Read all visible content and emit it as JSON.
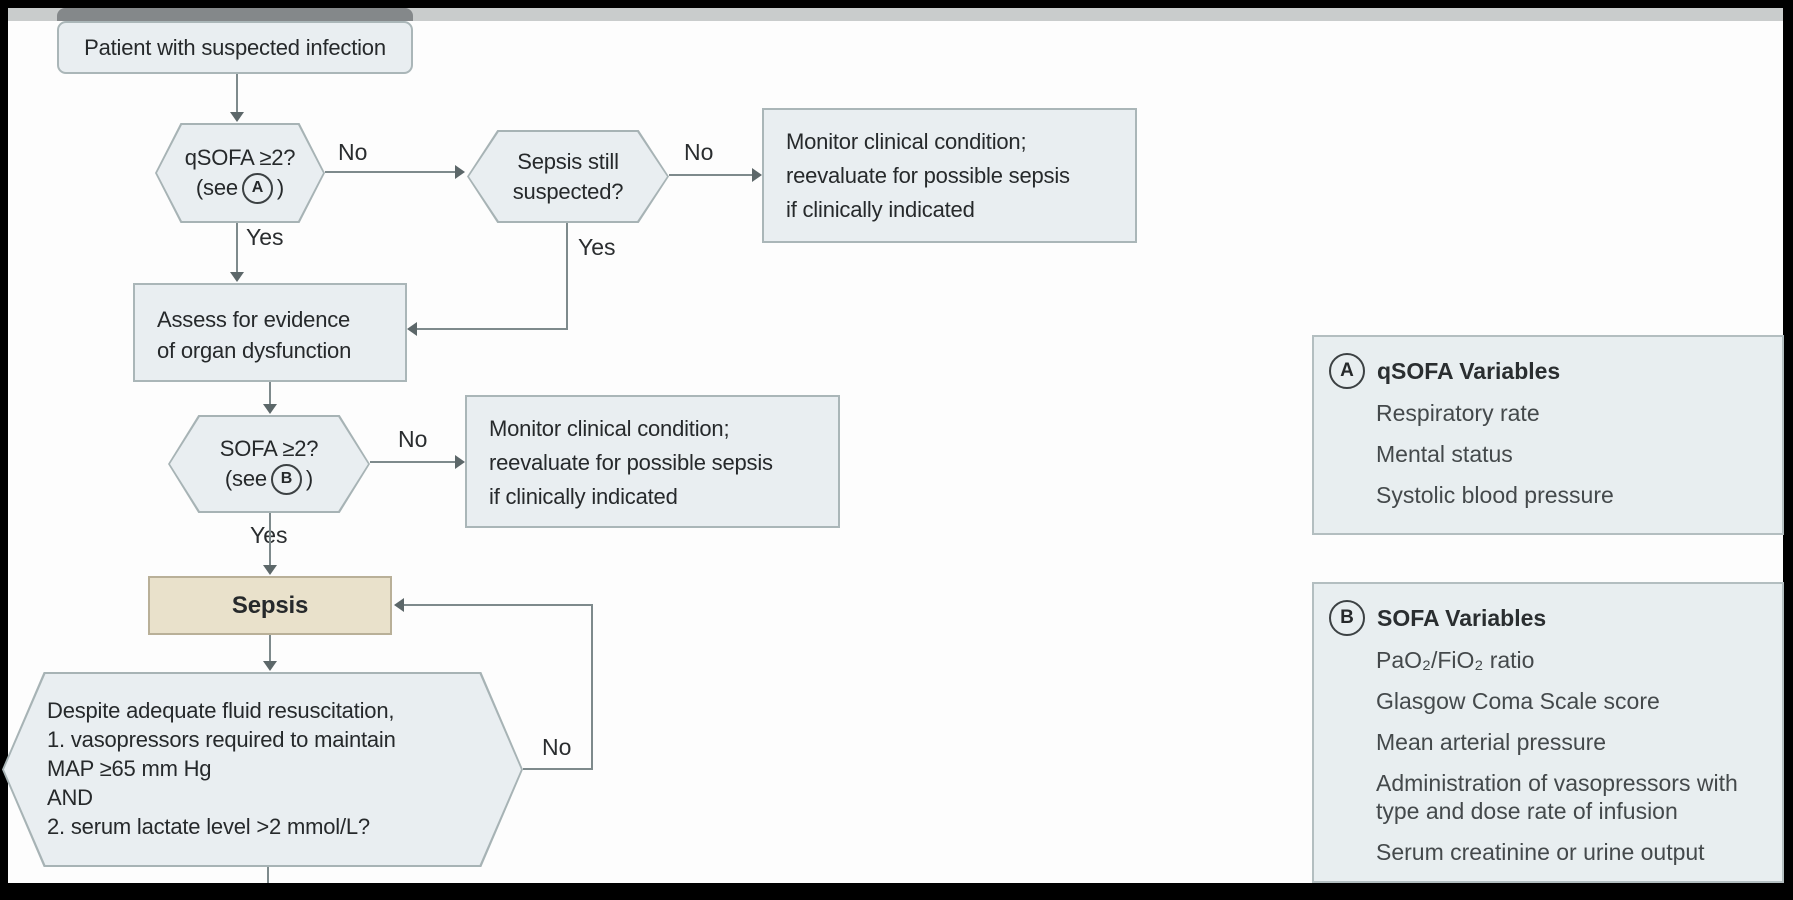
{
  "figure": {
    "description_colors": {
      "node_fill": "#e9eef1",
      "node_border": "#aab6b8",
      "sepsis_fill": "#e9e1cb",
      "connector": "#7e8a8c",
      "top_band": "#c9cccc",
      "top_band_dark": "#84888a",
      "background": "#fdfdfd",
      "frame": "#000000"
    }
  },
  "flow": {
    "patient": "Patient with suspected infection",
    "qsofa_question": "qSOFA ≥2?",
    "see_open": "(see",
    "see_close": ")",
    "qsofa_ref": "A",
    "sepsis_still_1": "Sepsis still",
    "sepsis_still_2": "suspected?",
    "monitor1_1": "Monitor clinical condition;",
    "monitor1_2": "reevaluate for possible sepsis",
    "monitor1_3": "if clinically indicated",
    "assess_1": "Assess for evidence",
    "assess_2": "of organ dysfunction",
    "sofa_question": "SOFA ≥2?",
    "sofa_ref": "B",
    "monitor2_1": "Monitor clinical condition;",
    "monitor2_2": "reevaluate for possible sepsis",
    "monitor2_3": "if clinically indicated",
    "sepsis": "Sepsis",
    "criteria_1": "Despite adequate fluid resuscitation,",
    "criteria_2": "1. vasopressors required to maintain",
    "criteria_3": "MAP ≥65 mm Hg",
    "criteria_4": "AND",
    "criteria_5": "2. serum lactate level >2 mmol/L?"
  },
  "labels": {
    "yes": "Yes",
    "no": "No"
  },
  "panel_a": {
    "ref": "A",
    "title": "qSOFA Variables",
    "items": [
      "Respiratory rate",
      "Mental status",
      "Systolic blood pressure"
    ]
  },
  "panel_b": {
    "ref": "B",
    "title": "SOFA Variables",
    "items": [
      "PaO₂/FiO₂ ratio",
      "Glasgow Coma Scale score",
      "Mean arterial pressure",
      "Administration of vasopressors with type and dose rate of infusion",
      "Serum creatinine or urine output"
    ]
  }
}
